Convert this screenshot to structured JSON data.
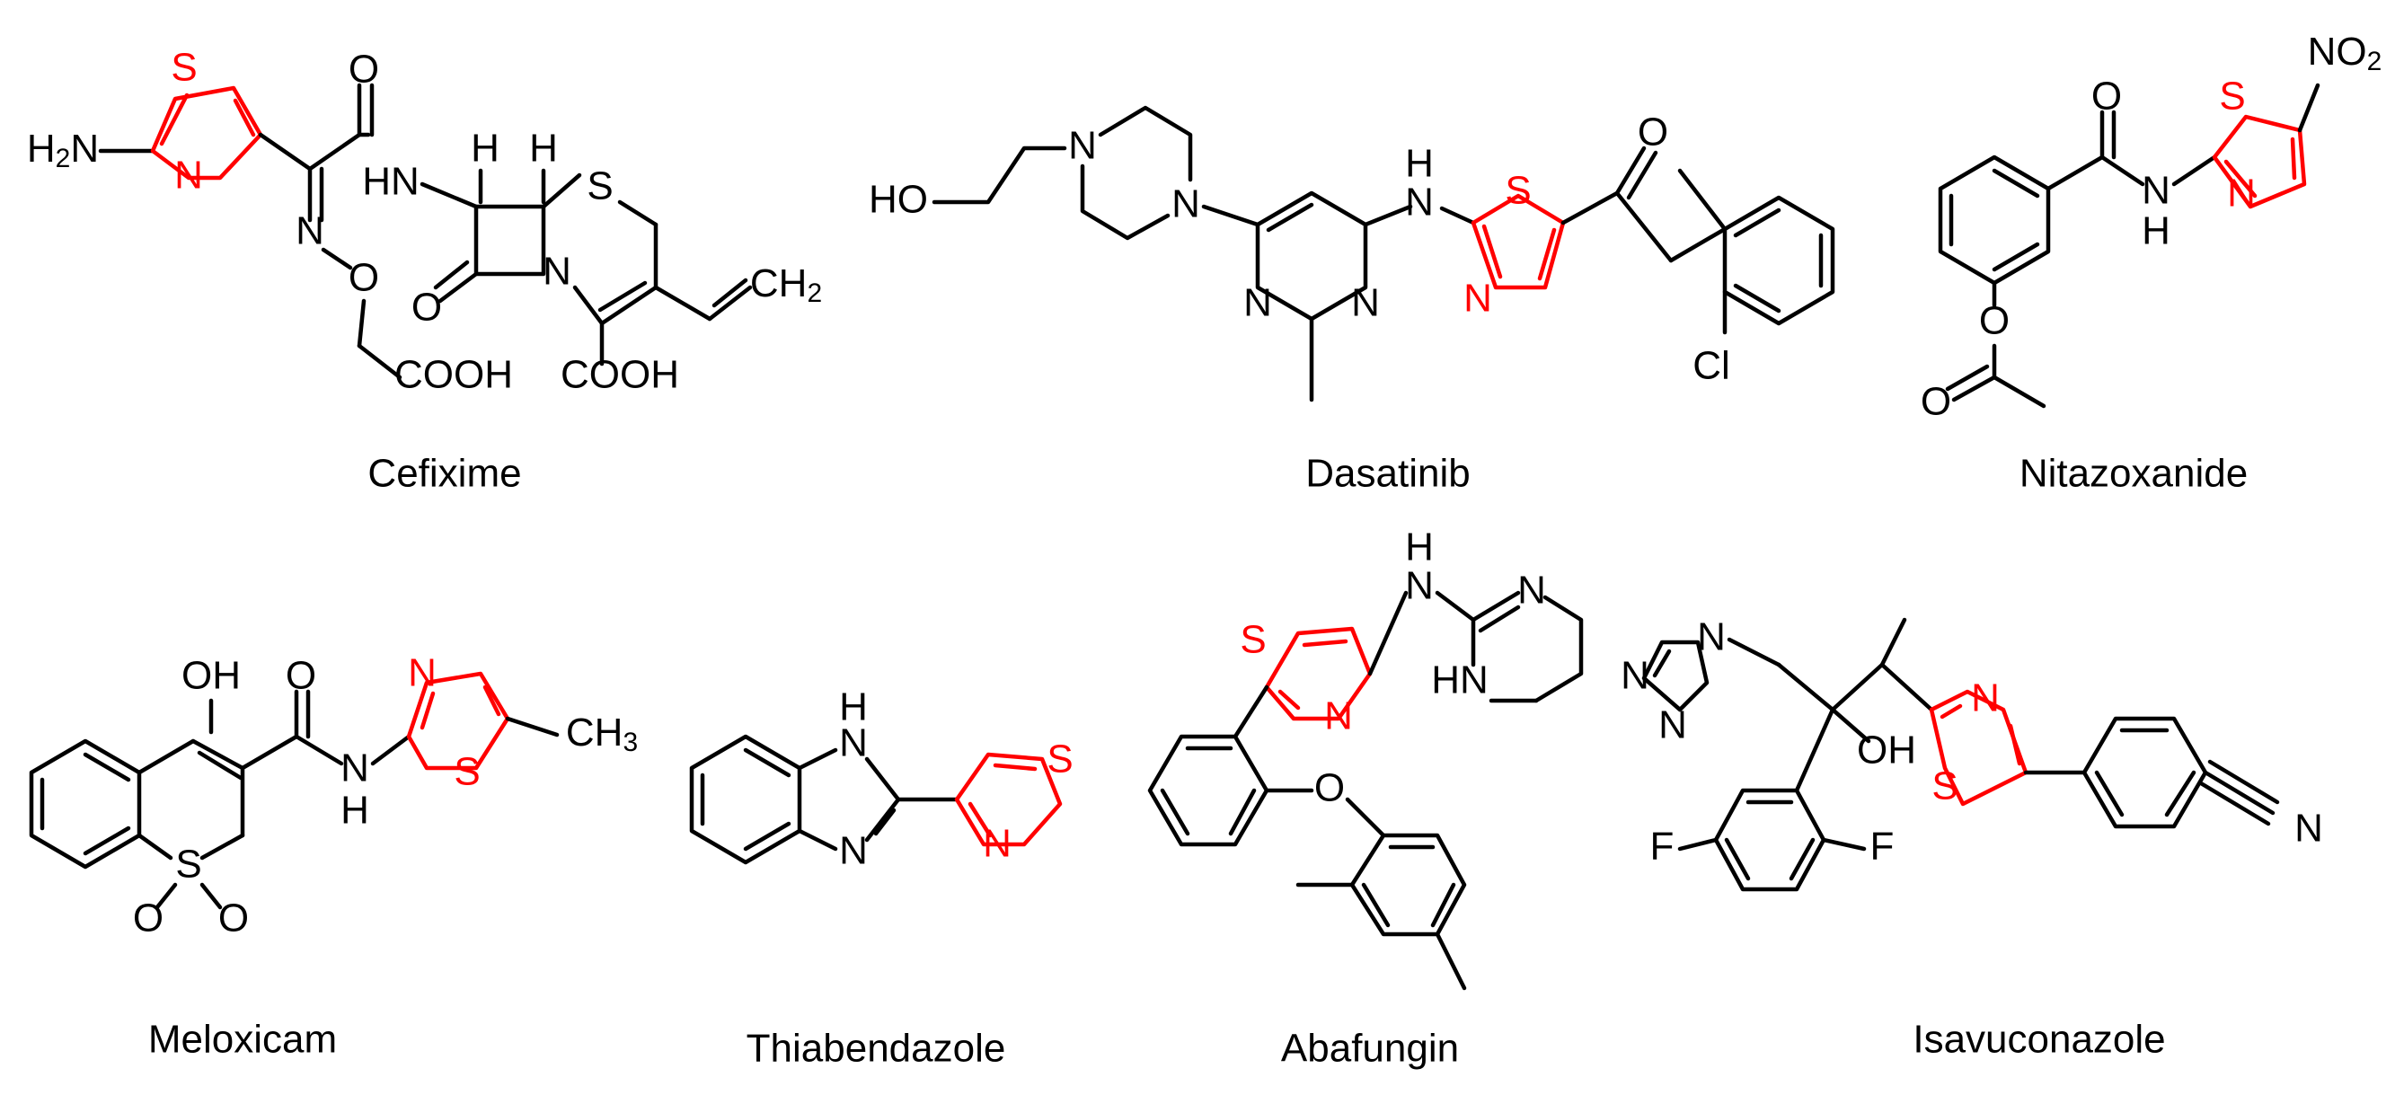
{
  "highlight_color": "#ff0000",
  "ink_color": "#000000",
  "ring_highlighted": "thiazole",
  "compounds": [
    {
      "name": "Cefixime"
    },
    {
      "name": "Dasatinib"
    },
    {
      "name": "Nitazoxanide"
    },
    {
      "name": "Meloxicam"
    },
    {
      "name": "Thiabendazole"
    },
    {
      "name": "Abafungin"
    },
    {
      "name": "Isavuconazole"
    }
  ],
  "atoms": {
    "S": "S",
    "N": "N",
    "O": "O",
    "NH": "NH",
    "HN": "HN",
    "H": "H",
    "H2N": "H2N",
    "COOH": "COOH",
    "CH2": "CH2",
    "CH3": "CH3",
    "NO2": "NO2",
    "HO": "HO",
    "OH": "OH",
    "Cl": "Cl",
    "F": "F"
  }
}
